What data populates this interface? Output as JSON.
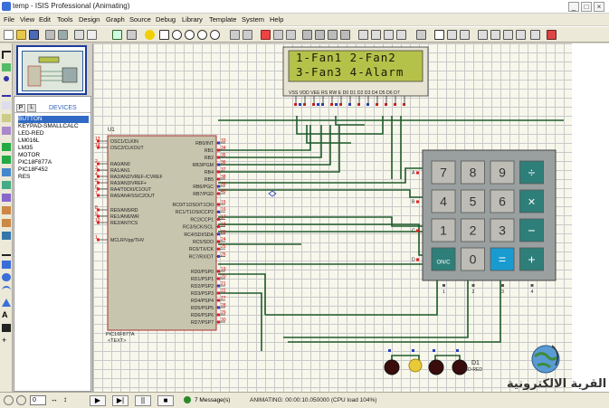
{
  "window": {
    "title": "temp - ISIS Professional (Animating)"
  },
  "menu": [
    "File",
    "View",
    "Edit",
    "Tools",
    "Design",
    "Graph",
    "Source",
    "Debug",
    "Library",
    "Template",
    "System",
    "Help"
  ],
  "devices_panel": {
    "header_p": "P",
    "header_l": "L",
    "header_label": "DEVICES",
    "items": [
      "BUTTON",
      "KEYPAD-SMALLCALC",
      "LED-RED",
      "LM016L",
      "LM35",
      "MOTOR",
      "PIC18F877A",
      "PIC18F452",
      "RES"
    ]
  },
  "lcd": {
    "line1": "1-Fan1 2-Fan2",
    "line2": "3-Fan3 4-Alarm",
    "pin_labels": "VSS VDD VEE RS RW E D0 D1 D2 D3 D4 D5 D6 D7"
  },
  "mcu": {
    "ref": "U1",
    "part": "PIC16F877A",
    "text_label": "<TEXT>",
    "left_pins": [
      "OSC1/CLKIN",
      "OSC2/CLKOUT",
      "RA0/AN0",
      "RA1/AN1",
      "RA2/AN2/VREF-/CVREF",
      "RA3/AN3/VREF+",
      "RA4/T0CKI/C1OUT",
      "RA5/AN4/SS/C2OUT",
      "RE0/AN5/RD",
      "RE1/AN6/WR",
      "RE2/AN7/CS",
      "MCLR/Vpp/THV"
    ],
    "left_nums": [
      "13",
      "14",
      "2",
      "3",
      "4",
      "5",
      "6",
      "7",
      "8",
      "9",
      "10",
      "1"
    ],
    "right_pins": [
      "RB0/INT",
      "RB1",
      "RB2",
      "RB3/PGM",
      "RB4",
      "RB5",
      "RB6/PGC",
      "RB7/PGD",
      "RC0/T1OSO/T1CKI",
      "RC1/T1OSI/CCP2",
      "RC2/CCP1",
      "RC3/SCK/SCL",
      "RC4/SDI/SDA",
      "RC5/SDO",
      "RC6/TX/CK",
      "RC7/RX/DT",
      "RD0/PSP0",
      "RD1/PSP1",
      "RD2/PSP2",
      "RD3/PSP3",
      "RD4/PSP4",
      "RD5/PSP5",
      "RD6/PSP6",
      "RD7/PSP7"
    ],
    "right_nums": [
      "33",
      "34",
      "35",
      "36",
      "37",
      "38",
      "39",
      "40",
      "15",
      "16",
      "17",
      "18",
      "23",
      "24",
      "25",
      "26",
      "19",
      "20",
      "21",
      "22",
      "27",
      "28",
      "29",
      "30"
    ]
  },
  "keypad": {
    "rows": [
      [
        "7",
        "8",
        "9",
        "÷"
      ],
      [
        "4",
        "5",
        "6",
        "×"
      ],
      [
        "1",
        "2",
        "3",
        "−"
      ],
      [
        "ON/C",
        "0",
        "=",
        "+"
      ]
    ],
    "row_labels": [
      "A",
      "B",
      "C",
      "D"
    ],
    "col_labels": [
      "1",
      "2",
      "3",
      "4"
    ]
  },
  "leds": {
    "label": "D1",
    "sublabel": "LED-RED"
  },
  "status": {
    "messages": "7 Message(s)",
    "animating": "ANIMATING: 00:00:10.050000 (CPU load 104%)",
    "zoom": "0"
  },
  "watermark": "القرية الالكترونية",
  "colors": {
    "grid_bg": "#f8f7ec",
    "wire": "#1f5c2a",
    "lcd_bg": "#b5c24a",
    "ic_body": "#c8c5ae",
    "key_dark": "#2e7f79",
    "key_light": "#bdbdb5",
    "key_equal": "#1a9bd0"
  }
}
